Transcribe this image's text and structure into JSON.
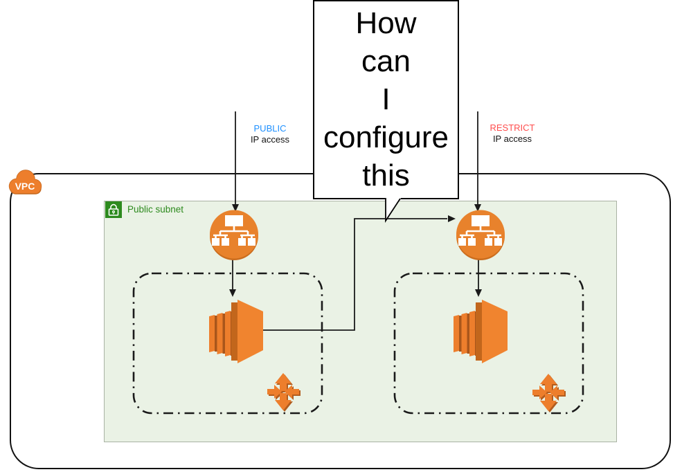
{
  "bubble": {
    "lines": [
      "How",
      "can",
      "I",
      "configure",
      "this"
    ]
  },
  "annotations": {
    "left": {
      "title": "PUBLIC",
      "subtitle": "IP access",
      "title_color": "#1e90ff"
    },
    "right": {
      "title": "RESTRICT",
      "subtitle": "IP access",
      "title_color": "#ff4d4d"
    }
  },
  "vpc": {
    "label": "VPC"
  },
  "subnet": {
    "label": "Public subnet"
  },
  "icons": {
    "vpc_cloud": "cloud-icon",
    "subnet_lock": "lock-icon",
    "left_load_balancer": "load-balancer-icon",
    "right_load_balancer": "load-balancer-icon",
    "left_ec2": "ec2-instance-icon",
    "right_ec2": "ec2-instance-icon",
    "left_autoscaling": "auto-scaling-arrows-icon",
    "right_autoscaling": "auto-scaling-arrows-icon"
  },
  "colors": {
    "aws_orange": "#ed7e2c",
    "aws_orange_dark": "#c2661c",
    "aws_orange_shadow": "#a9561b",
    "subnet_green": "#2d8a1e",
    "subnet_bg": "#eaf2e5",
    "public_blue": "#1e90ff",
    "restrict_red": "#ff4d4d",
    "line_black": "#1a1a1a"
  }
}
